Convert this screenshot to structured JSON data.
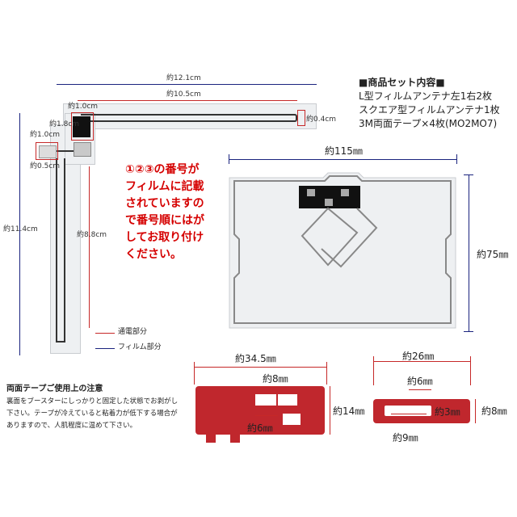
{
  "set_contents": {
    "title": "■商品セット内容■",
    "lines": [
      "L型フィルムアンテナ左1右2枚",
      "スクエア型フィルムアンテナ1枚",
      "3M両面テープ×4枚(MO2MO7)"
    ]
  },
  "l_antenna": {
    "dim_12_1": "約12.1cm",
    "dim_10_5": "約10.5cm",
    "dim_1_0_top": "約1.0cm",
    "dim_1_8": "約1.8cm",
    "dim_1_0_left": "約1.0cm",
    "dim_0_5": "約0.5cm",
    "dim_0_4": "約0.4cm",
    "dim_11_4": "約11.4cm",
    "dim_8_8": "約8.8cm"
  },
  "notice": {
    "lines": [
      "①②③の番号が",
      "フィルムに記載",
      "されていますの",
      "で番号順にはが",
      "してお取り付け",
      "ください。"
    ]
  },
  "legend": {
    "conductive": "通電部分",
    "film": "フィルム部分",
    "colors": {
      "conductive": "#c62828",
      "film": "#1a237e"
    }
  },
  "square_antenna": {
    "width": "約115㎜",
    "height": "約75㎜"
  },
  "tape_large": {
    "width": "約34.5㎜",
    "hole_width": "約8㎜",
    "hole_small": "約6㎜",
    "height": "約14㎜"
  },
  "tape_small": {
    "width": "約26㎜",
    "hole_width": "約6㎜",
    "hole_height": "約3㎜",
    "bottom": "約9㎜",
    "height": "約8㎜"
  },
  "tape_notes": {
    "title": "両面テープご使用上の注意",
    "lines": [
      "裏面をブースターにしっかりと固定した状態でお剥がし",
      "下さい。テープが冷えていると粘着力が低下する場合が",
      "ありますので、人肌程度に温めて下さい。"
    ]
  }
}
